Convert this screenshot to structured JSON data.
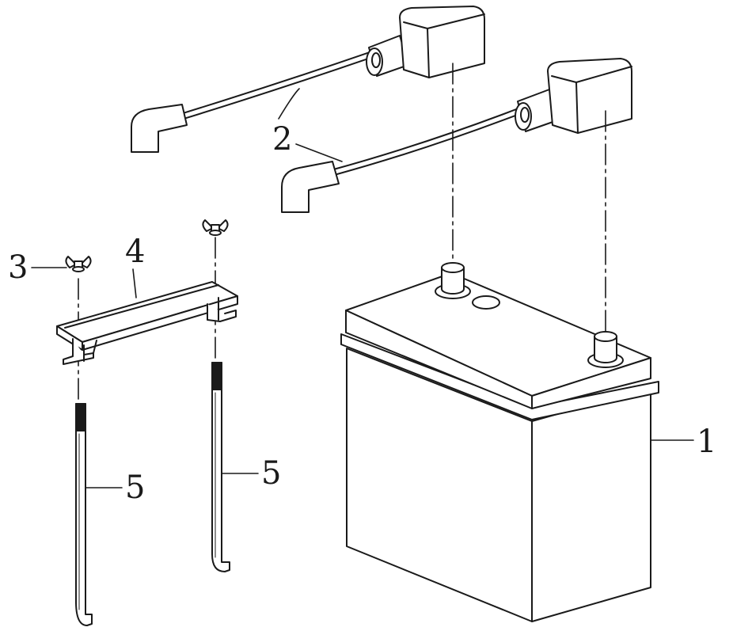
{
  "labels": {
    "battery": "1",
    "cable": "2",
    "wing_nut": "3",
    "clamp_bar": "4",
    "rod_left": "5",
    "rod_right": "5"
  },
  "colors": {
    "stroke": "#1a1a1a",
    "fill": "#ffffff",
    "shade": "#d9d9d9"
  }
}
